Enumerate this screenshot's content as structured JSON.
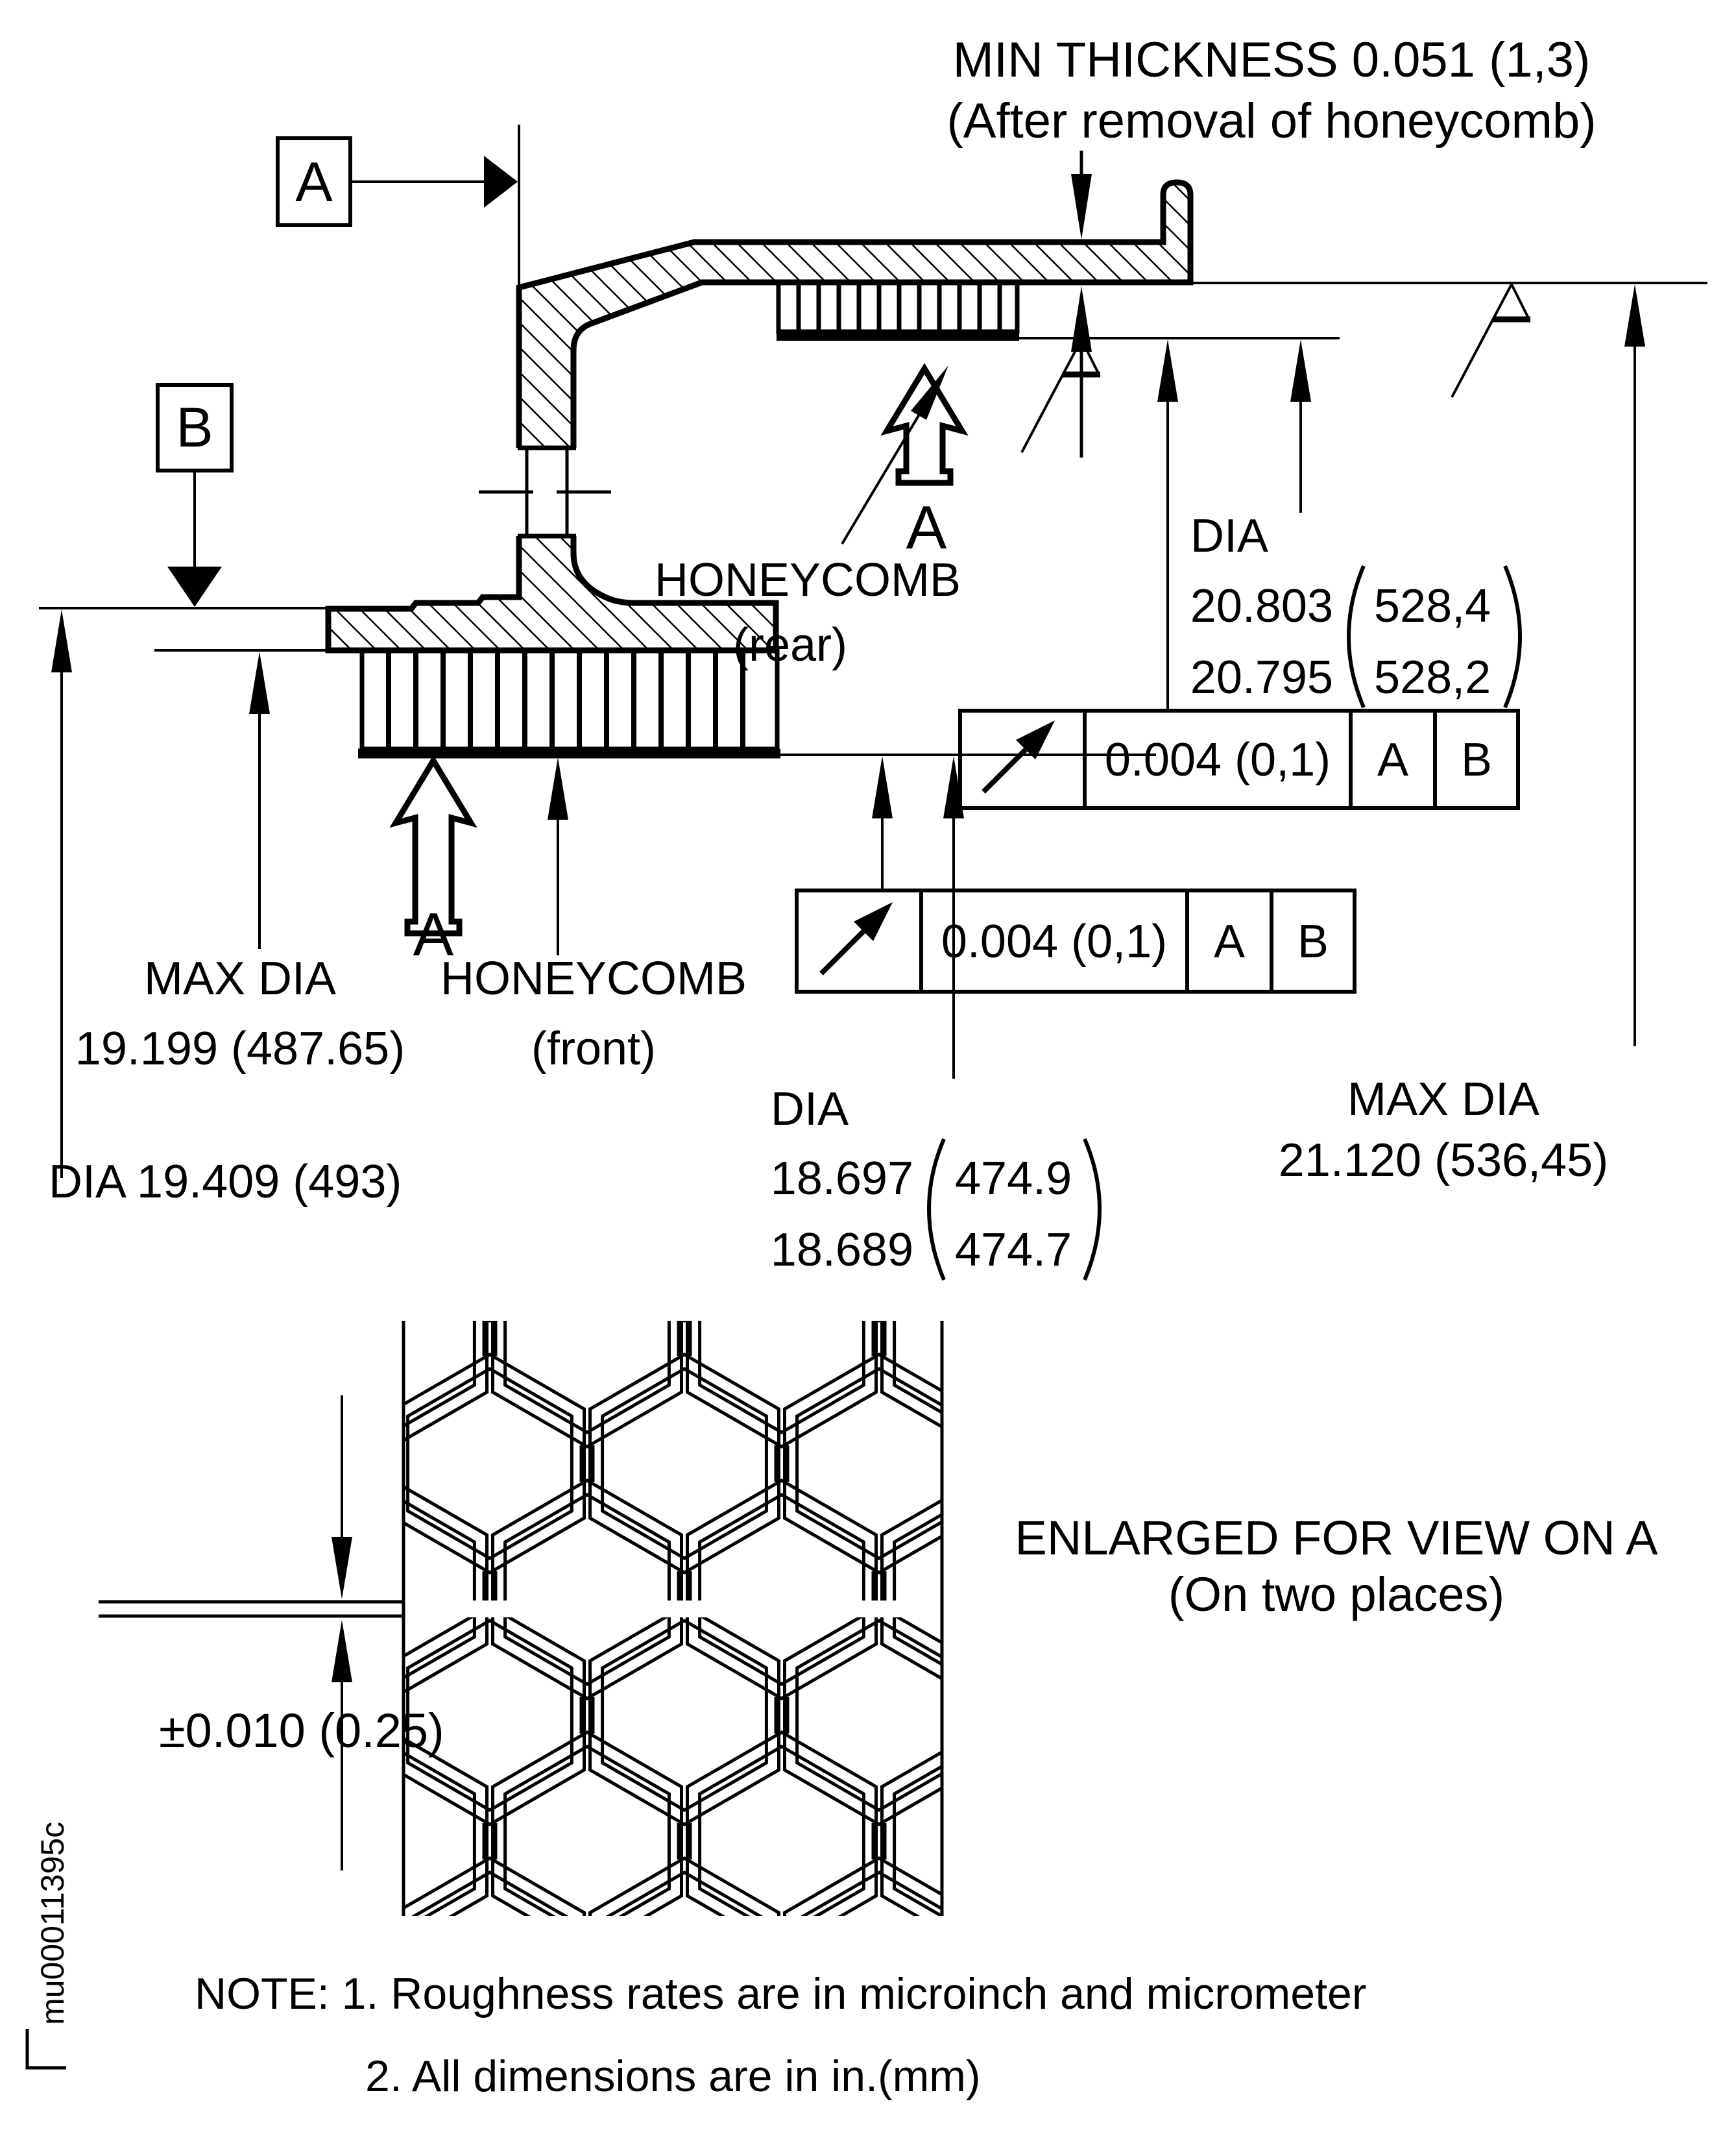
{
  "drawing": {
    "callouts": {
      "min_thickness_line1": "MIN THICKNESS 0.051 (1,3)",
      "min_thickness_line2": "(After removal of honeycomb)",
      "honeycomb_rear_line1": "HONEYCOMB",
      "honeycomb_rear_line2": "(rear)",
      "honeycomb_front_line1": "HONEYCOMB",
      "honeycomb_front_line2": "(front)",
      "dia_rear": {
        "label": "DIA",
        "in_max": "20.803",
        "in_min": "20.795",
        "mm_max": "528,4",
        "mm_min": "528,2"
      },
      "dia_front": {
        "label": "DIA",
        "in_max": "18.697",
        "in_min": "18.689",
        "mm_max": "474.9",
        "mm_min": "474.7"
      },
      "max_dia_front_line1": "MAX DIA",
      "max_dia_front_line2": "19.199 (487.65)",
      "max_dia_right_line1": "MAX DIA",
      "max_dia_right_line2": "21.120 (536,45)",
      "dia_left": "DIA 19.409 (493)",
      "cell_wall_tolerance": "±0.010 (0.25)"
    },
    "datums": {
      "a": "A",
      "b": "B"
    },
    "view_arrows": {
      "front_label": "A",
      "rear_label": "A"
    },
    "fcf": [
      {
        "tolerance": "0.004 (0,1)",
        "datum_primary": "A",
        "datum_secondary": "B"
      },
      {
        "tolerance": "0.004 (0,1)",
        "datum_primary": "A",
        "datum_secondary": "B"
      }
    ],
    "enlarged_view": {
      "line1": "ENLARGED FOR VIEW ON A",
      "line2": "(On two places)"
    },
    "notes": {
      "line1": "NOTE: 1. Roughness rates are in microinch and micrometer",
      "line2": "2. All dimensions are in in.(mm)"
    },
    "doc_id": "mu00011395c"
  }
}
